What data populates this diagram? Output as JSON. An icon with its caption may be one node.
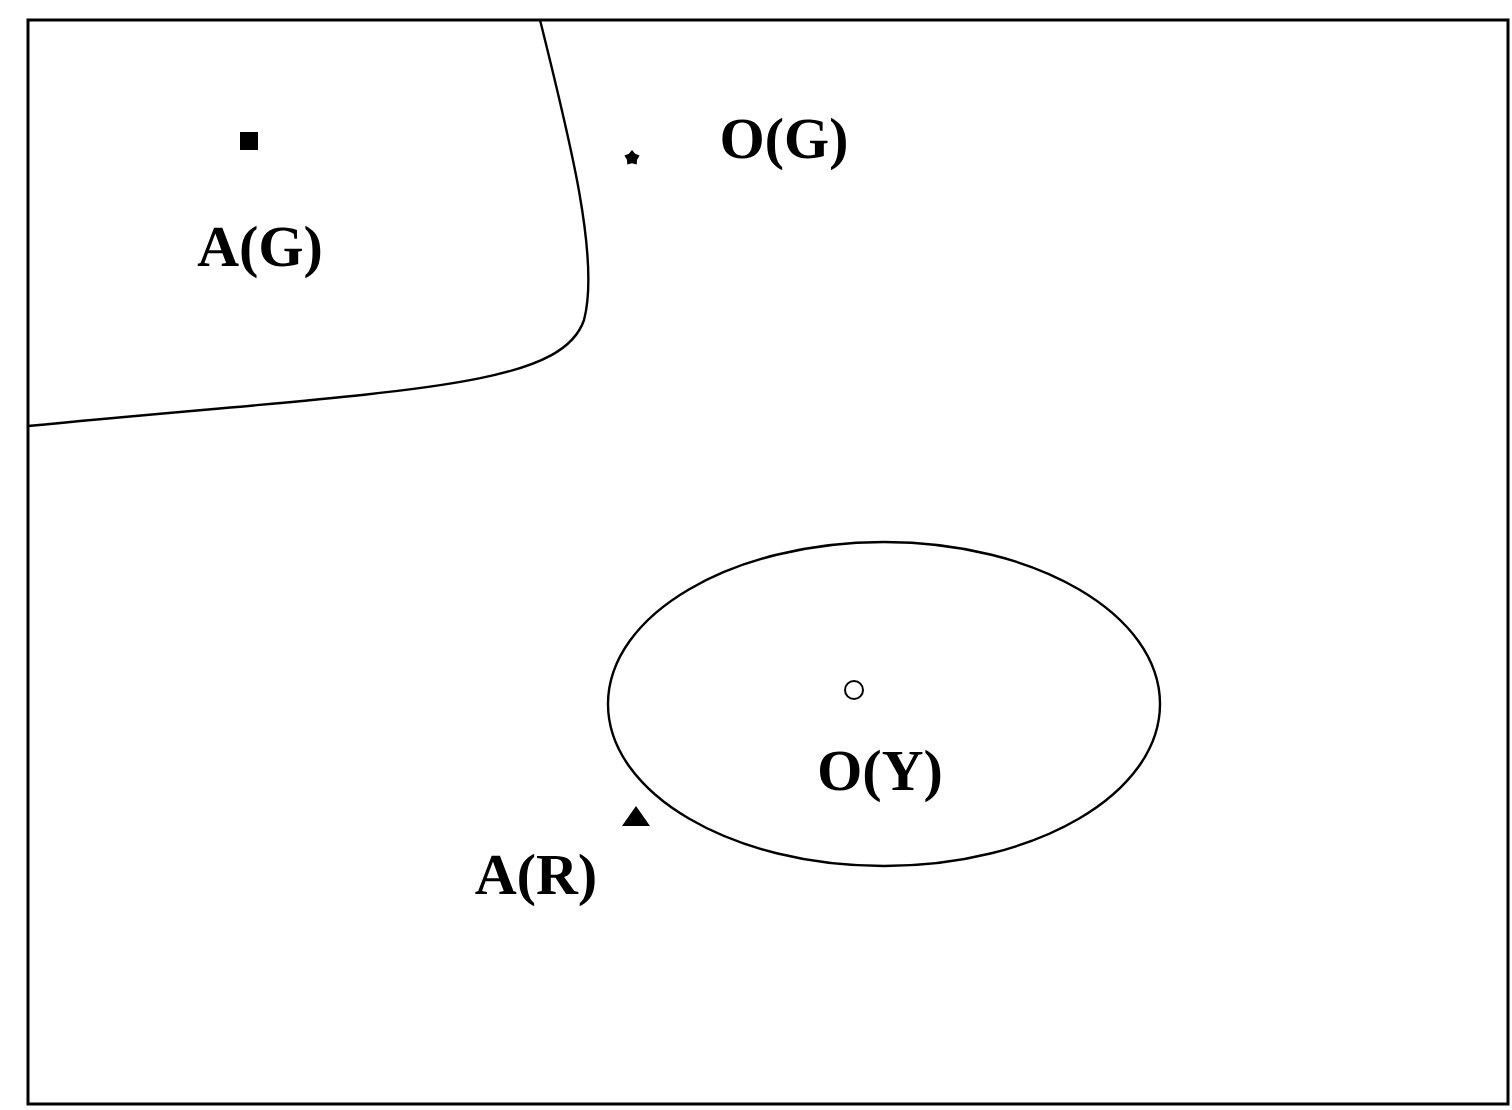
{
  "diagram": {
    "nodes": [
      {
        "text": [
          "A(G)"
        ]
      },
      {
        "text": [
          "O(Y)"
        ]
      }
    ],
    "labels": [
      "O(G)",
      "A(R)"
    ]
  }
}
